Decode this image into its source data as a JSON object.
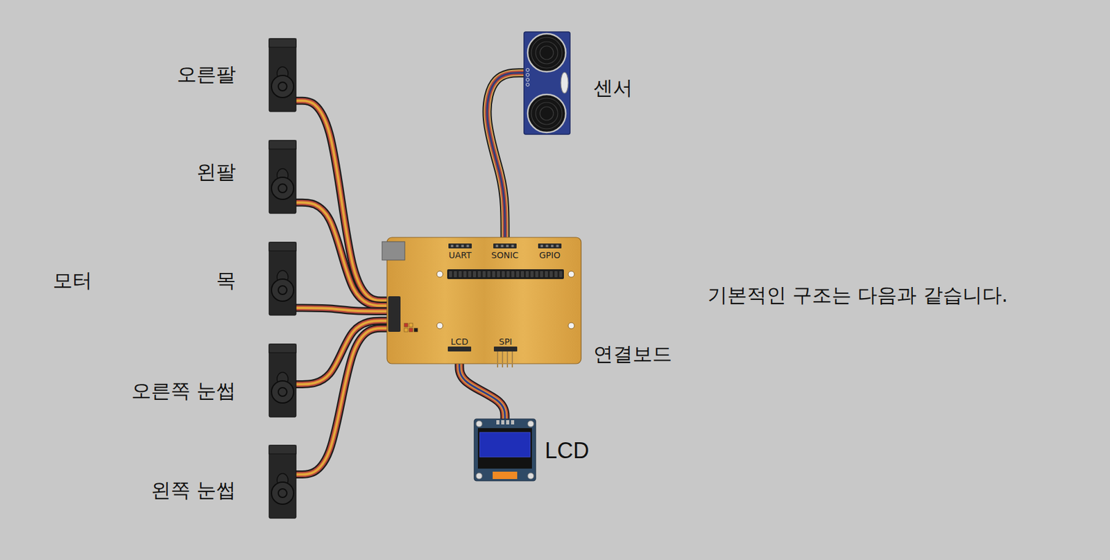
{
  "diagram": {
    "nodes": [
      {
        "text": [
          "오른팔"
        ]
      },
      {
        "text": [
          "왼팔"
        ]
      },
      {
        "text": [
          "목"
        ]
      },
      {
        "text": [
          "오른쪽 눈썹"
        ]
      },
      {
        "text": [
          "왼쪽 눈썹"
        ]
      },
      {
        "text": [
          "센서"
        ]
      },
      {
        "text": [
          "연결보드"
        ]
      },
      {
        "text": [
          "LCD"
        ]
      }
    ],
    "edges": [
      {
        "from": 0,
        "to": 6,
        "arrow": "none"
      },
      {
        "from": 1,
        "to": 6,
        "arrow": "none"
      },
      {
        "from": 2,
        "to": 6,
        "arrow": "none"
      },
      {
        "from": 3,
        "to": 6,
        "arrow": "none"
      },
      {
        "from": 4,
        "to": 6,
        "arrow": "none"
      },
      {
        "from": 5,
        "to": 6,
        "arrow": "none"
      },
      {
        "from": 7,
        "to": 6,
        "arrow": "none"
      }
    ],
    "labels": [
      "모터",
      "UART",
      "SONIC",
      "GPIO",
      "LCD",
      "SPI",
      "기본적인 구조는 다음과 같습니다."
    ]
  }
}
